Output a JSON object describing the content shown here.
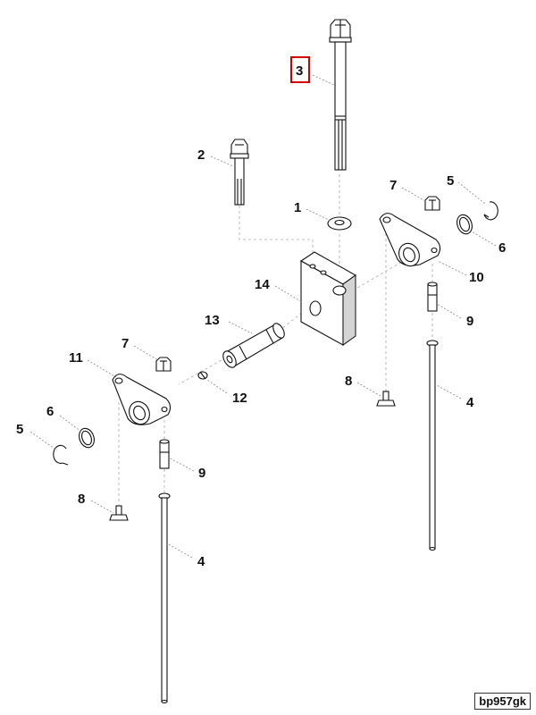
{
  "diagram": {
    "highlighted_callout": "3",
    "reference_code": "bp957gk",
    "accent_color": "#d00000",
    "callouts": {
      "bolt_long": "3",
      "bolt_short": "2",
      "washer": "1",
      "nut_right": "7",
      "clip_right": "5",
      "ring_right": "6",
      "rocker_right": "10",
      "block": "14",
      "shaft": "13",
      "plug": "12",
      "nut_left": "7",
      "rocker_left": "11",
      "ring_left": "6",
      "clip_left": "5",
      "adjuster_right": "9",
      "pushrod_right": "4",
      "screw_right": "8",
      "adjuster_left": "9",
      "screw_left": "8",
      "pushrod_left": "4"
    }
  }
}
